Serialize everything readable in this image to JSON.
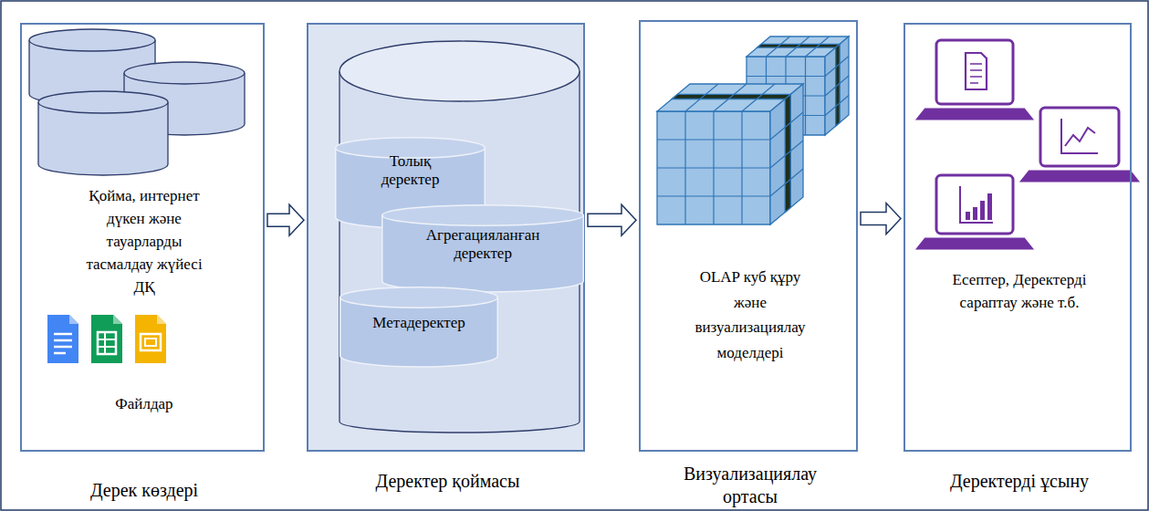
{
  "diagram": {
    "nodes": [
      {
        "text": [
          "Қойма, интернет дүкен және тауарларды тасмалдау жүйесі ДҚ",
          "Файлдар",
          "Дерек көздері"
        ]
      },
      {
        "text": [
          "Деректер қоймасы"
        ]
      },
      {
        "text": [
          "Толық деректер"
        ],
        "in": 1
      },
      {
        "text": [
          "Агрегацияланған деректер"
        ],
        "in": 1
      },
      {
        "text": [
          "Метадеректер"
        ],
        "in": 1
      },
      {
        "text": [
          "OLAP куб құру және визуализациялау моделдері",
          "Визуализациялау ортасы"
        ]
      },
      {
        "text": [
          "Есептер, Деректерді сараптау және т.б.",
          "Деректерді ұсыну"
        ]
      }
    ],
    "edges": [
      {
        "from": 0,
        "to": 1,
        "arrow": "to"
      },
      {
        "from": 1,
        "to": 5,
        "arrow": "to"
      },
      {
        "from": 5,
        "to": 6,
        "arrow": "to"
      }
    ]
  }
}
